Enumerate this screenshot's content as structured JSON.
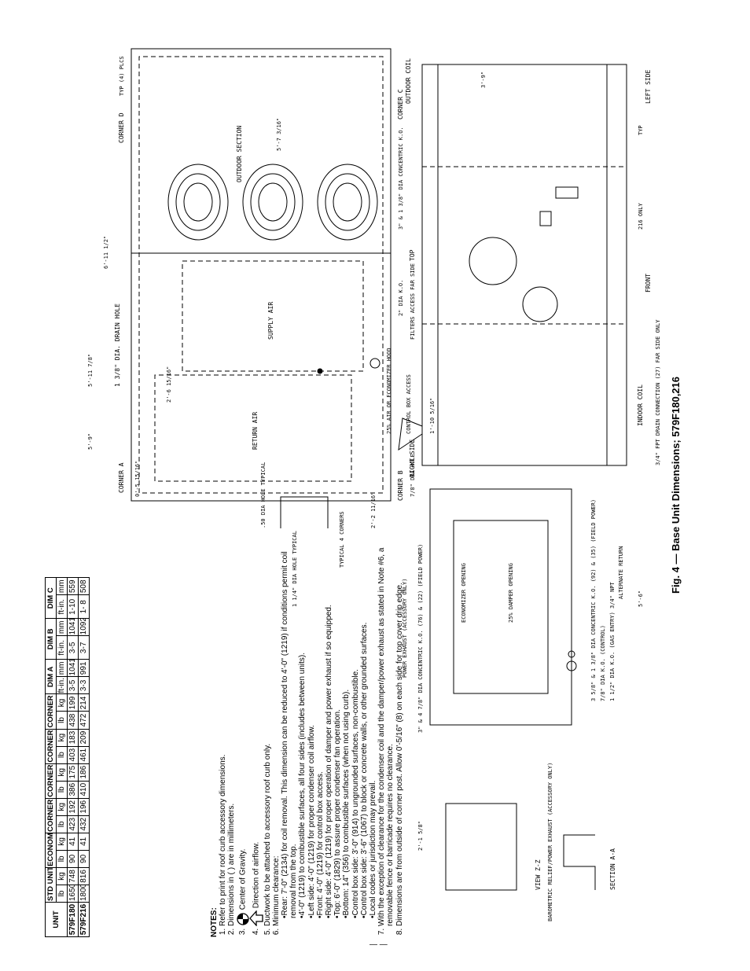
{
  "table": {
    "headers": {
      "unit": "UNIT",
      "std_weight": "STD UNIT WEIGHT",
      "econ_weight": "ECONOMISERIV WEIGHT",
      "corner_a": "CORNER A",
      "corner_b": "CORNER B",
      "corner_c": "CORNER C",
      "corner_d": "CORNER D",
      "dim_a": "DIM A",
      "dim_b": "DIM B",
      "dim_c": "DIM C"
    },
    "units": {
      "lb": "lb",
      "kg": "kg",
      "ftin": "ft-in.",
      "mm": "mm"
    },
    "rows": [
      {
        "unit": "579F180",
        "std_lb": "1650",
        "std_kg": "748",
        "econ_lb": "90",
        "econ_kg": "41",
        "a_lb": "423",
        "a_kg": "192",
        "b_lb": "386",
        "b_kg": "175",
        "c_lb": "403",
        "c_kg": "183",
        "d_lb": "438",
        "d_kg": "199",
        "dima_ft": "3-5",
        "dima_mm": "1041",
        "dimb_ft": "3-5",
        "dimb_mm": "1041",
        "dimc_ft": "1-10",
        "dimc_mm": "559"
      },
      {
        "unit": "579F216",
        "std_lb": "1800",
        "std_kg": "816",
        "econ_lb": "90",
        "econ_kg": "41",
        "a_lb": "432",
        "a_kg": "196",
        "b_lb": "410",
        "b_kg": "186",
        "c_lb": "461",
        "c_kg": "209",
        "d_lb": "472",
        "d_kg": "214",
        "dima_ft": "3-3",
        "dima_mm": "991",
        "dimb_ft": "3-7",
        "dimb_mm": "1092",
        "dimc_ft": "1- 8",
        "dimc_mm": "508"
      }
    ]
  },
  "notes": {
    "heading": "NOTES:",
    "n1": "Refer to print for roof curb accessory dimensions.",
    "n2": "Dimensions in (   ) are in millimeters.",
    "n3": "Center of Gravity.",
    "n4": "Direction of airflow.",
    "n5": "Ductwork to be attached to accessory roof curb only.",
    "n6": "Minimum clearance:",
    "n6_items": [
      "Rear: 7'-0\" (2134) for coil removal. This dimension can be reduced to 4'-0\" (1219) if conditions permit coil removal from the top.",
      "4'-0\" (1219) to combustible surfaces, all four sides (includes between units).",
      "Left side: 4'-0\" (1219) for proper condenser coil airflow.",
      "Front: 4'-0\" (1219) for control box access.",
      "Right side: 4'-0\" (1219) for proper operation of damper and power exhaust if so equipped.",
      "Top: 6'-0\" (1829) to assure proper condenser fan operation.",
      "Bottom: 14\" (356) to combustible surfaces (when not using curb).",
      "Control box side: 3'-0\" (914) to ungrounded surfaces, non-combustible.",
      "Control box side: 3'-6\" (1067) to block or concrete walls, or other grounded surfaces.",
      "Local codes or jurisdiction may prevail."
    ],
    "n7": "With the exception of clearance for the condenser coil and the damper/power exhaust as stated in Note #6, a removable fence or barricade requires no clearance.",
    "n8": "Dimensions are from outside of corner post. Allow 0'-5/16\" (8) on each side for top cover drip edge."
  },
  "figure": {
    "caption": "Fig. 4 — Base Unit Dimensions; 579F180,216",
    "labels": {
      "corner_a": "CORNER A",
      "corner_b": "CORNER B",
      "corner_c": "CORNER C",
      "corner_d": "CORNER D",
      "outdoor_section": "OUTDOOR SECTION",
      "supply_air": "SUPPLY AIR",
      "return_air": "RETURN AIR",
      "drain_hole": "1 3/8\" DIA. DRAIN HOLE",
      "top": "TOP",
      "front": "FRONT",
      "left_side": "LEFT SIDE",
      "right_side": "RIGHT SIDE",
      "outdoor_coil": "OUTDOOR COIL",
      "indoor_coil": "INDOOR COIL",
      "filters": "FILTERS ACCESS FAR SIDE",
      "control_box": "CONTROL BOX ACCESS",
      "econ_hood": "25% AIR OR ECONOMIZER HOOD",
      "econ_opening": "ECONOMIZER OPENING",
      "damper_opening": "25% DAMPER OPENING",
      "power_exhaust": "POWER EXHAUST (ACCESSORY ONLY)",
      "typical_corners": "TYPICAL 4 CORNERS",
      "dia_hole": ".50 DIA HOLE TYPICAL",
      "dia_hole2": "1 1/4\" DIA HOLE TYPICAL",
      "view_zz": "VIEW Z-Z",
      "barometric": "BAROMETRIC RELIEF/POWER EXHAUST (ACCESSORY ONLY)",
      "section_aa": "SECTION A-A",
      "fpt_drain": "3/4\" FPT DRAIN CONNECTION (27) FAR SIDE ONLY",
      "alt_return": "ALTERNATE RETURN",
      "dia_ko_2": "2\" DIA K.O.",
      "dia_ko_78": "7/8\" DIA HOLE",
      "conc_ko": "3\" & 1 3/8\" DIA CONCENTRIC K.O.",
      "conc_ko2": "3\" & 4 7/8\" DIA CONCENTRIC K.O. (76) & (22) (FIELD POWER)",
      "conc_ko3": "3 5/8\" & 1 3/8\" DIA CONCENTRIC K.O. (92) & (35) (FIELD POWER)",
      "ko_control": "7/8\" DIA K.O. (CONTROL)",
      "ko_gas": "1 1/2\" DIA K.O. (GAS ENTRY) 3/4\" NPT",
      "typ_plcs": "TYP (4) PLCS",
      "only_216": "216 ONLY",
      "typ": "TYP"
    },
    "dims": {
      "d1": "6'-11 1/2\"",
      "d2": "5'-7 3/16\"",
      "d3": "5'-11 7/8\"",
      "d4": "5'-9\"",
      "d5": "3'-9\"",
      "d6": "5'-6\"",
      "d7": "2'-6 15/16\"",
      "d8": "2'-1 5/8\"",
      "d9": "0'-5 15/16\"",
      "d10": "1'-10 5/16\"",
      "d11": "2'-2 11/16\""
    }
  },
  "page_number": "— —"
}
